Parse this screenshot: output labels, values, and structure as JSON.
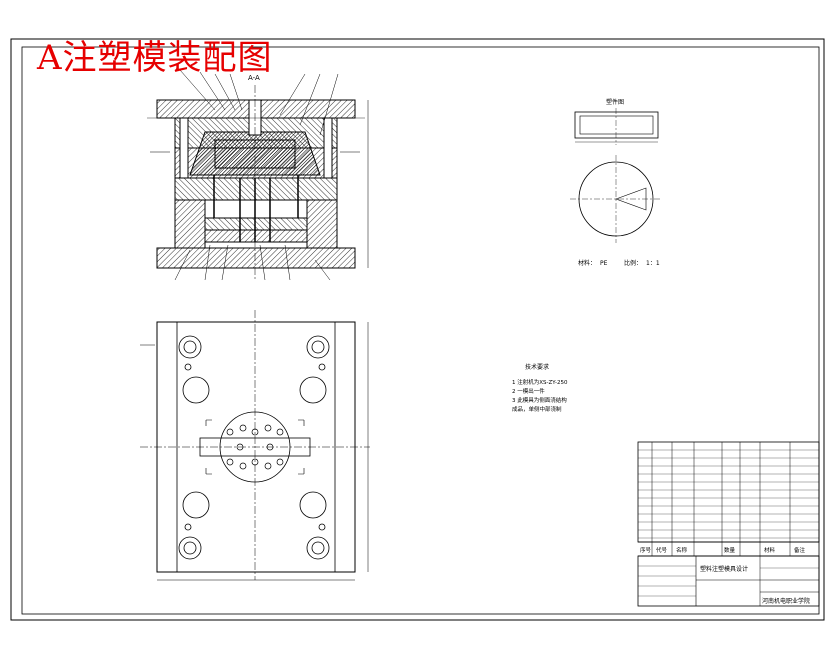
{
  "title": "A注塑模装配图",
  "section_label": "A-A",
  "part_drawing": {
    "title": "塑件图",
    "material_label": "材料：",
    "material": "PE",
    "scale_label": "比例：",
    "scale": "1：1"
  },
  "tech_requirements": {
    "heading": "技术要求",
    "items": [
      "1  注射机为XS-ZY-250",
      "2  一模出一件",
      "3  此模具为侧面浇结构",
      "    成品，单侧中部浇制"
    ]
  },
  "title_block": {
    "drawing_name": "塑料注塑模具设计",
    "school": "河南机电职业学院"
  },
  "bom_header": [
    "序号",
    "代号",
    "名称",
    "数量",
    "材料",
    "备注"
  ],
  "colors": {
    "title": "#e60000",
    "line": "#000000"
  }
}
